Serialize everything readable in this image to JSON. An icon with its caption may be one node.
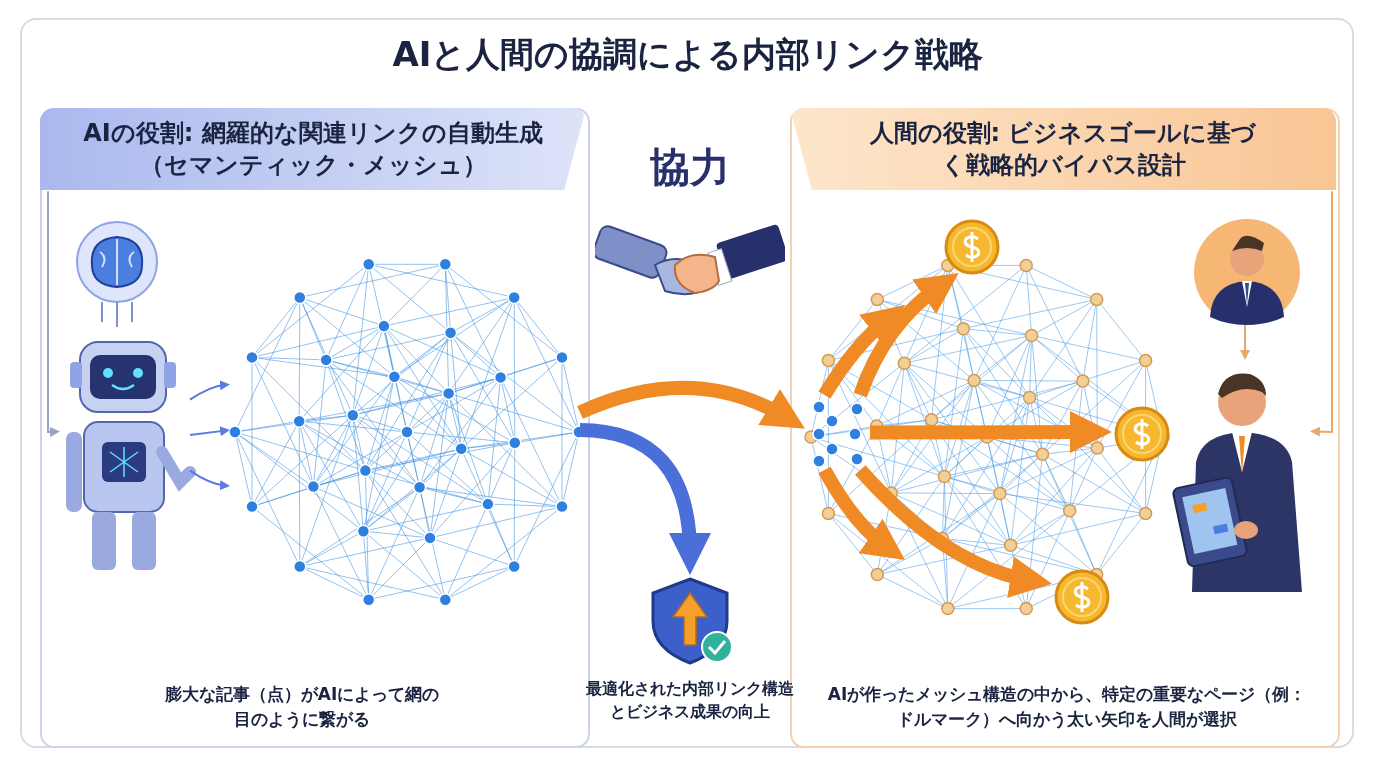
{
  "diagram": {
    "title": "AIと人間の協調による内部リンク戦略",
    "nodes": [
      {
        "text": [
          "AIの役割: 網羅的な関連リンクの自動生成（セマンティック・メッシュ）",
          "膨大な記事（点）がAIによって網の目のように繋がる"
        ]
      },
      {
        "text": [],
        "shape": "picture",
        "in": 0
      },
      {
        "text": [],
        "shape": "picture",
        "in": 0
      },
      {
        "text": [
          "協力"
        ]
      },
      {
        "text": [
          "人間の役割: ビジネスゴールに基づく戦略的バイパス設計",
          "AIが作ったメッシュ構造の中から、特定の重要なページ（例：ドルマーク）へ向かう太い矢印を人間が選択"
        ]
      },
      {
        "text": [],
        "shape": "picture",
        "in": 4
      },
      {
        "text": [],
        "shape": "circle",
        "in": 4
      },
      {
        "text": [],
        "shape": "circle",
        "in": 4
      },
      {
        "text": [],
        "shape": "circle",
        "in": 4
      },
      {
        "text": [],
        "shape": "person",
        "in": 4
      },
      {
        "text": [],
        "shape": "person",
        "in": 4
      },
      {
        "text": [],
        "shape": "picture",
        "beside": [
          "最適化された内部リンク構造とビジネス成果の向上"
        ]
      }
    ],
    "edges": [
      {
        "from": 1,
        "to": 2,
        "arrow": "to",
        "color": "#5b7be0"
      },
      {
        "from": 1,
        "to": 2,
        "arrow": "to",
        "color": "#5b7be0"
      },
      {
        "from": 1,
        "to": 2,
        "arrow": "to",
        "color": "#5b7be0"
      },
      {
        "from": 2,
        "to": 11,
        "arrow": "to",
        "color": "#4a6fd8"
      },
      {
        "from": 2,
        "to": 5,
        "arrow": "to",
        "color": "#f08a24"
      },
      {
        "from": 5,
        "to": 6,
        "arrow": "to",
        "color": "#f08a24"
      },
      {
        "from": 5,
        "to": 8,
        "arrow": "to",
        "color": "#f08a24"
      },
      {
        "from": 5,
        "to": 7,
        "arrow": "to",
        "color": "#f08a24"
      },
      {
        "from": 5,
        "to": null,
        "arrow": "to",
        "color": "#f08a24"
      },
      {
        "from": 5,
        "to": null,
        "arrow": "to",
        "color": "#f08a24"
      },
      {
        "from": 9,
        "to": 10,
        "arrow": "to",
        "color": "#e8a868"
      },
      {
        "from": 0,
        "to": 1,
        "arrow": "to",
        "color": "#9aa4c0"
      },
      {
        "from": 4,
        "to": 10,
        "arrow": "to",
        "color": "#e8a868"
      }
    ]
  }
}
